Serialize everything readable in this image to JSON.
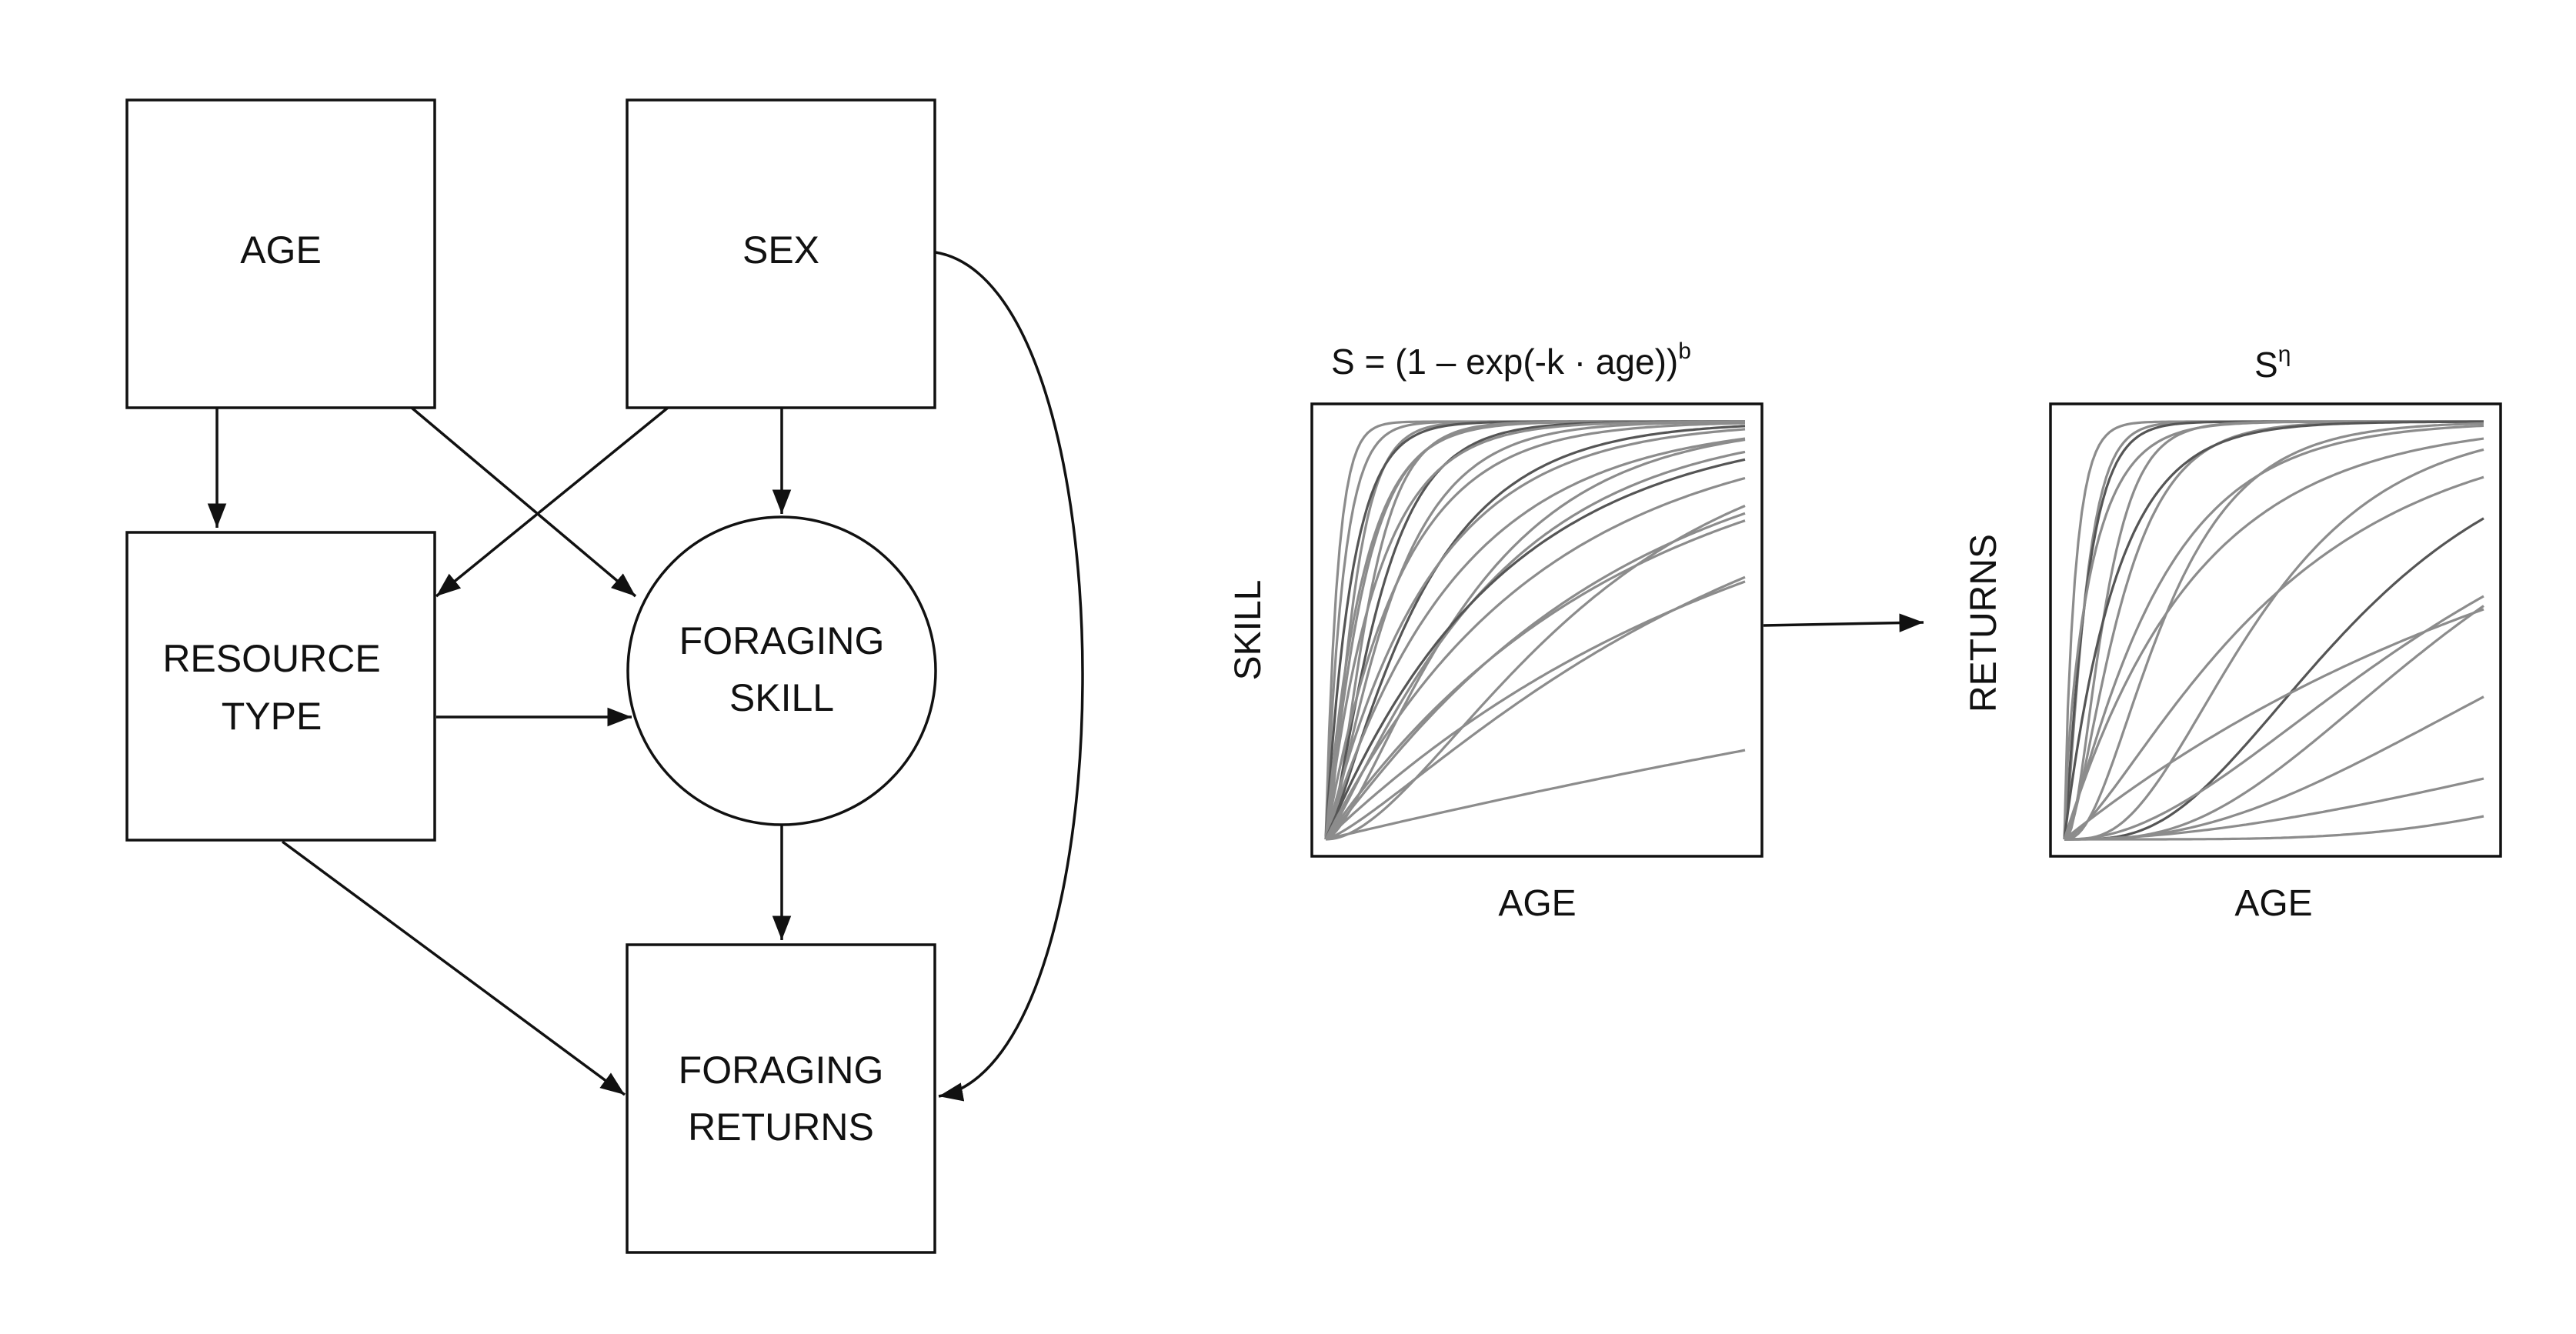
{
  "dag": {
    "nodes": {
      "age": "AGE",
      "sex": "SEX",
      "resource_line1": "RESOURCE",
      "resource_line2": "TYPE",
      "skill_line1": "FORAGING",
      "skill_line2": "SKILL",
      "returns_line1": "FORAGING",
      "returns_line2": "RETURNS"
    }
  },
  "skill_plot": {
    "formula_main": "S = (1 – exp(-k · age))",
    "formula_exponent": "b",
    "ylabel": "SKILL",
    "xlabel": "AGE"
  },
  "returns_plot": {
    "title_main": "S",
    "title_exponent": "η",
    "ylabel": "RETURNS",
    "xlabel": "AGE"
  },
  "colors": {
    "stroke": "#111111",
    "curve_light": "#8c8c8c",
    "curve_dark": "#555555"
  },
  "curves": {
    "skill": [
      {
        "k": 0.45,
        "b": 1.0,
        "shade": "light"
      },
      {
        "k": 0.3,
        "b": 1.0,
        "shade": "light"
      },
      {
        "k": 0.25,
        "b": 1.8,
        "shade": "light"
      },
      {
        "k": 0.2,
        "b": 1.0,
        "shade": "dark"
      },
      {
        "k": 0.18,
        "b": 2.2,
        "shade": "light"
      },
      {
        "k": 0.15,
        "b": 1.2,
        "shade": "light"
      },
      {
        "k": 0.14,
        "b": 1.0,
        "shade": "light"
      },
      {
        "k": 0.12,
        "b": 1.6,
        "shade": "dark"
      },
      {
        "k": 0.1,
        "b": 1.0,
        "shade": "light"
      },
      {
        "k": 0.09,
        "b": 1.4,
        "shade": "light"
      },
      {
        "k": 0.07,
        "b": 1.0,
        "shade": "light"
      },
      {
        "k": 0.06,
        "b": 1.3,
        "shade": "dark"
      },
      {
        "k": 0.05,
        "b": 1.0,
        "shade": "light"
      },
      {
        "k": 0.045,
        "b": 1.6,
        "shade": "light"
      },
      {
        "k": 0.04,
        "b": 1.0,
        "shade": "light"
      },
      {
        "k": 0.035,
        "b": 1.2,
        "shade": "light"
      },
      {
        "k": 0.03,
        "b": 1.0,
        "shade": "dark"
      },
      {
        "k": 0.028,
        "b": 2.0,
        "shade": "light"
      },
      {
        "k": 0.025,
        "b": 1.0,
        "shade": "light"
      },
      {
        "k": 0.02,
        "b": 1.1,
        "shade": "light"
      },
      {
        "k": 0.018,
        "b": 1.0,
        "shade": "light"
      },
      {
        "k": 0.015,
        "b": 1.3,
        "shade": "light"
      },
      {
        "k": 0.012,
        "b": 1.0,
        "shade": "light"
      },
      {
        "k": 0.003,
        "b": 1.0,
        "shade": "light"
      }
    ],
    "returns": [
      {
        "k": 0.4,
        "b": 1.0,
        "eta": 0.8,
        "shade": "light"
      },
      {
        "k": 0.3,
        "b": 1.5,
        "eta": 1.0,
        "shade": "light"
      },
      {
        "k": 0.25,
        "b": 1.0,
        "eta": 1.2,
        "shade": "dark"
      },
      {
        "k": 0.2,
        "b": 2.5,
        "eta": 1.0,
        "shade": "light"
      },
      {
        "k": 0.15,
        "b": 1.0,
        "eta": 0.7,
        "shade": "light"
      },
      {
        "k": 0.12,
        "b": 1.2,
        "eta": 1.5,
        "shade": "light"
      },
      {
        "k": 0.1,
        "b": 1.0,
        "eta": 1.0,
        "shade": "dark"
      },
      {
        "k": 0.08,
        "b": 1.3,
        "eta": 2.0,
        "shade": "light"
      },
      {
        "k": 0.06,
        "b": 1.0,
        "eta": 1.2,
        "shade": "light"
      },
      {
        "k": 0.05,
        "b": 1.5,
        "eta": 2.5,
        "shade": "light"
      },
      {
        "k": 0.04,
        "b": 1.0,
        "eta": 1.0,
        "shade": "light"
      },
      {
        "k": 0.035,
        "b": 1.4,
        "eta": 3.0,
        "shade": "dark"
      },
      {
        "k": 0.03,
        "b": 1.0,
        "eta": 1.5,
        "shade": "light"
      },
      {
        "k": 0.025,
        "b": 1.0,
        "eta": 4.0,
        "shade": "light"
      },
      {
        "k": 0.02,
        "b": 1.2,
        "eta": 2.0,
        "shade": "light"
      },
      {
        "k": 0.015,
        "b": 1.0,
        "eta": 3.0,
        "shade": "light"
      },
      {
        "k": 0.012,
        "b": 1.0,
        "eta": 6.0,
        "shade": "light"
      },
      {
        "k": 0.01,
        "b": 1.0,
        "eta": 1.0,
        "shade": "light"
      },
      {
        "k": 0.006,
        "b": 1.0,
        "eta": 2.0,
        "shade": "light"
      }
    ]
  }
}
